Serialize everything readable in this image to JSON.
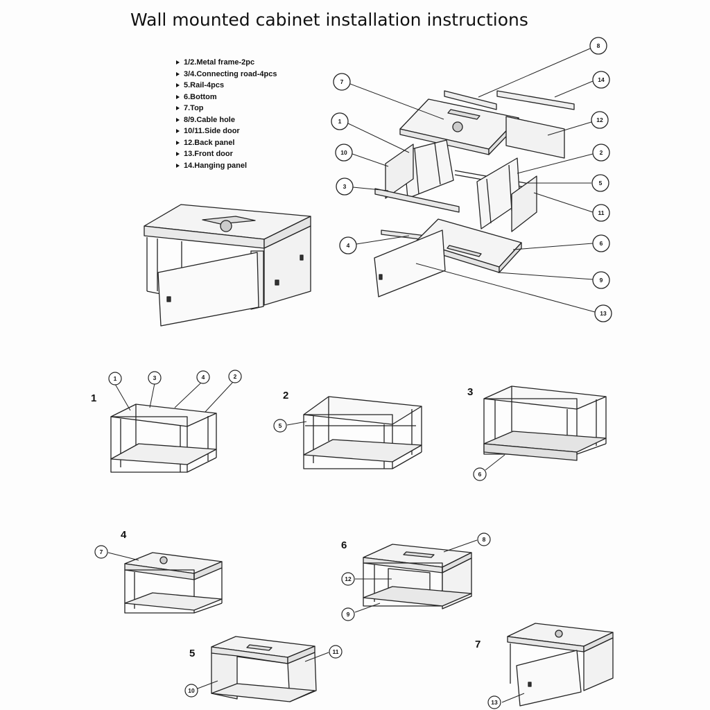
{
  "title": "Wall mounted cabinet installation instructions",
  "parts": [
    "1/2.Metal frame-2pc",
    "3/4.Connecting road-4pcs",
    "5.Rail-4pcs",
    "6.Bottom",
    "7.Top",
    "8/9.Cable hole",
    "10/11.Side door",
    "12.Back panel",
    "13.Front door",
    "14.Hanging panel"
  ],
  "exploded_callouts": [
    "8",
    "14",
    "7",
    "12",
    "1",
    "2",
    "10",
    "5",
    "3",
    "11",
    "4",
    "6",
    "9",
    "13"
  ],
  "steps": [
    {
      "number": "1",
      "callouts": [
        "1",
        "3",
        "4",
        "2"
      ]
    },
    {
      "number": "2",
      "callouts": [
        "5"
      ]
    },
    {
      "number": "3",
      "callouts": [
        "6"
      ]
    },
    {
      "number": "4",
      "callouts": [
        "7"
      ]
    },
    {
      "number": "5",
      "callouts": [
        "10",
        "11"
      ]
    },
    {
      "number": "6",
      "callouts": [
        "8",
        "12",
        "9"
      ]
    },
    {
      "number": "7",
      "callouts": [
        "13"
      ]
    }
  ]
}
